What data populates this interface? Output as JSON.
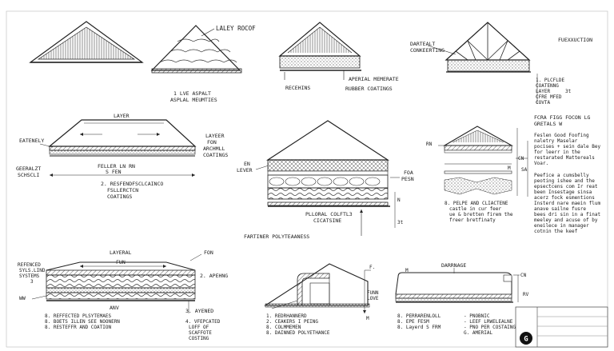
{
  "drawings": {
    "lalty_roof": {
      "callout": "LALEY ROCOF",
      "caption": [
        "1 LVE ASPALT",
        "ASPLAL MEUMTIES"
      ]
    },
    "rubber": {
      "left_label": "RECEHINS",
      "right_top": "APERIAL MEMERATE",
      "right_bottom": "RUBBER COATINGS"
    },
    "truss": {
      "left_label": [
        "DARTEALT",
        "CONKEERTING"
      ],
      "title": "FUEXXUCTION",
      "notes": [
        "1. PLCFLDE",
        "COATENNG",
        "LAYER",
        "CFRE MFED",
        "COVTA"
      ],
      "dim": "3t"
    },
    "layer_panel": {
      "top": "LAYER",
      "left_top": "EATENELY",
      "right": [
        "LAYEER",
        "FON",
        "ARCHMLL",
        "COATINGS"
      ],
      "left_bottom": [
        "GEERALZT",
        "SCHSCLI"
      ],
      "mid": [
        "FELLER LN RN",
        "S FEN"
      ],
      "caption": [
        "2. RESFENDFSCLCAINCO",
        "FSLLERCTCN",
        "COATINGS"
      ]
    },
    "center_roof": {
      "left": [
        "EN",
        "LEVER"
      ],
      "right": [
        "FOA",
        "PESN"
      ],
      "dim_r": "N",
      "dim_r2": "3t",
      "caption": [
        "PLLORAL COLFTL3",
        "CICATSINE"
      ],
      "bottom": "FARTINER POLYTEAANESS"
    },
    "right_block": {
      "heading": [
        "FCRA FIGG FOCON LG",
        "GRETALS W"
      ],
      "p1": [
        "Feslen Good Foofing",
        "naletry Maselar",
        "pocises + sein dale Bey",
        "for leerr in the",
        "restarated Mattereals",
        "Voar."
      ],
      "p2": [
        "Peefice a cumsbelly",
        "peoting ishee and the",
        "epsectcens com Ir reat",
        "been Insestage sinsa",
        "acerz fock esmentions",
        "Insterd nare maein flum",
        "anave sailne fusre",
        "bees dri sin in a finat",
        "meeley and acuse of by",
        "eneilece in manager",
        "cotnin the keef"
      ],
      "diagram_labels": {
        "rn": "RN",
        "cn": "CN",
        "m": "M",
        "sa": "SA",
        "caption": [
          "8. PELPE AND CLIACTENE",
          "castle in cur feer",
          "ue & bretten firem the",
          "freer bretfinaty"
        ]
      }
    },
    "layered": {
      "top": "LAYERAL",
      "top_right": "FON",
      "fun": "FUN",
      "left": [
        "REFENCED",
        "SYLS.LIND",
        "SYSTEMS",
        "3"
      ],
      "ww": "WW",
      "right_a": "2. APEHNG",
      "anv": "ANV",
      "list": [
        "8. REFFECTED PLSYTEMAES",
        "8. BOETS ILLEN SEE NOONERN",
        "8. RESTEFFR AND COATION"
      ],
      "right_b": "3. AYENED",
      "right_c": [
        "4. VFEPCATED",
        "LOFF OF",
        "SCAFFOTE",
        "COSTING"
      ]
    },
    "cutaway": {
      "f": "F.",
      "fun": [
        "FUNN",
        "LOVE"
      ],
      "m": "M",
      "list": [
        "1. REDRHANNERD",
        "2. CEAKERS I PEING",
        "8. COLMMEMEN",
        "8. DAINNED POLYETHANCE"
      ]
    },
    "drainage": {
      "title": "DARRNAGE",
      "cn": "CN",
      "m": "M",
      "rv": "RV",
      "list": [
        "8. PERRARENLOLL",
        "8. EPE FESM",
        "8. Layerd S FRM"
      ],
      "list2": [
        "- PNOBNIC",
        "- LEEF LRWELEALNE",
        "- PNO PER COSTAING",
        "G. AMERIAL"
      ]
    },
    "logo_letter": "G"
  }
}
